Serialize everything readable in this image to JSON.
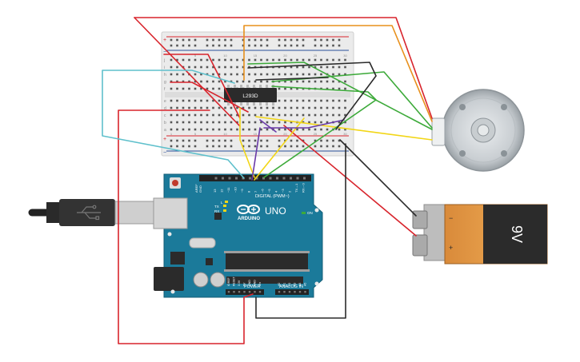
{
  "breadboard": {
    "row_letters_top": [
      "j",
      "i",
      "h",
      "g",
      "f"
    ],
    "row_letters_bottom": [
      "e",
      "d",
      "c",
      "b",
      "a"
    ],
    "plus": "+",
    "minus": "−",
    "column_numbers_every": 5
  },
  "ic": {
    "label": "L293D"
  },
  "arduino": {
    "brand": "ARDUINO",
    "model": "UNO",
    "digital_header": "DIGITAL (PWM~)",
    "power_header": "POWER",
    "analog_header": "ANALOG IN",
    "aref": "AREF",
    "gnd": "GND",
    "tx": "TX",
    "rx": "RX",
    "l": "L",
    "on": "ON",
    "digital_pins": [
      "13",
      "12",
      "~11",
      "~10",
      "~9",
      "8",
      "7",
      "~6",
      "~5",
      "4",
      "~3",
      "2",
      "TX→1",
      "RX←0"
    ],
    "power_pins": [
      "IOREF",
      "RESET",
      "3.3V",
      "5V",
      "GND",
      "GND",
      "Vin"
    ],
    "analog_pins": [
      "A0",
      "A1",
      "A2",
      "A3",
      "A4",
      "A5"
    ]
  },
  "battery": {
    "label": "9V",
    "minus": "−",
    "plus": "+"
  },
  "colors": {
    "red": "#d8242c",
    "orange": "#e8901c",
    "yellow": "#f2d616",
    "green": "#3daa3a",
    "cyan": "#5fc0cc",
    "purple": "#6a3aa8",
    "black": "#2b2b2b",
    "board": "#1b7a9a"
  }
}
